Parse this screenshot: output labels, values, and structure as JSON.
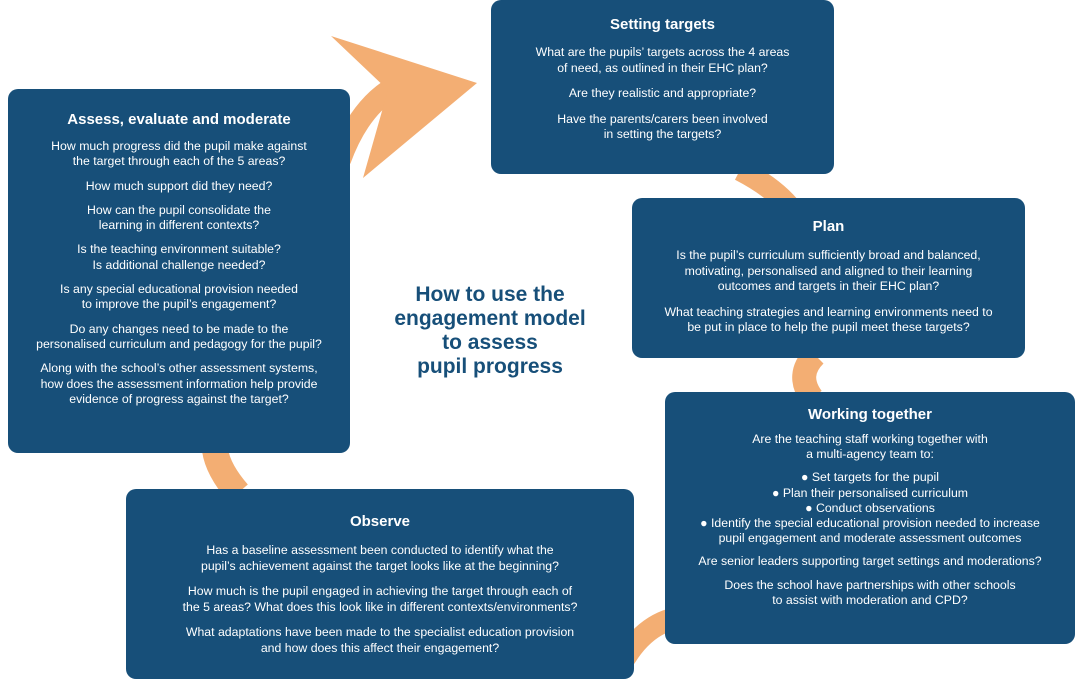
{
  "colors": {
    "card_background": "#174f79",
    "card_text": "#ffffff",
    "arrow": "#f3ae73",
    "heading": "#174f79"
  },
  "center_heading": "How to use the\nengagement model\nto assess\npupil progress",
  "cards": {
    "setting_targets": {
      "title": "Setting targets",
      "paragraphs": [
        "What are the pupils’ targets across the 4 areas\nof need, as outlined in their EHC plan?",
        "Are they realistic and appropriate?",
        "Have the parents/carers been involved\nin setting the targets?"
      ]
    },
    "plan": {
      "title": "Plan",
      "paragraphs": [
        "Is the pupil’s curriculum sufficiently broad and balanced,\nmotivating, personalised and aligned to their learning\noutcomes and targets in their EHC plan?",
        "What teaching strategies and learning environments need to\nbe put in place to help the pupil meet these targets?"
      ]
    },
    "working_together": {
      "title": "Working together",
      "intro": "Are the teaching staff working together with\na multi-agency team to:",
      "bullets": [
        "Set targets for the pupil",
        "Plan their personalised curriculum",
        "Conduct observations",
        "Identify the special educational provision needed to increase\npupil engagement and moderate assessment outcomes"
      ],
      "questions": [
        "Are senior leaders supporting target settings and moderations?",
        "Does the school have partnerships with other schools\nto assist with moderation and CPD?"
      ]
    },
    "observe": {
      "title": "Observe",
      "paragraphs": [
        "Has a baseline assessment been conducted to identify what the\npupil’s achievement against the target looks like at the beginning?",
        "How much is the pupil engaged in achieving the target through each of\nthe 5 areas? What does this look like in different contexts/environments?",
        "What adaptations have been made to the specialist education provision\nand how does this affect their engagement?"
      ]
    },
    "assess": {
      "title": "Assess, evaluate and moderate",
      "paragraphs": [
        "How much progress did the pupil make against\nthe target through each of the 5 areas?",
        "How much support did they need?",
        "How can the pupil consolidate the\nlearning in different contexts?",
        "Is the teaching environment suitable?\nIs additional challenge needed?",
        "Is any special educational provision needed\nto improve the pupil’s engagement?",
        "Do any changes need to be made to the\npersonalised curriculum and pedagogy for the pupil?",
        "Along with the school’s other assessment systems,\nhow does the assessment information help provide\nevidence of progress against the target?"
      ]
    }
  }
}
